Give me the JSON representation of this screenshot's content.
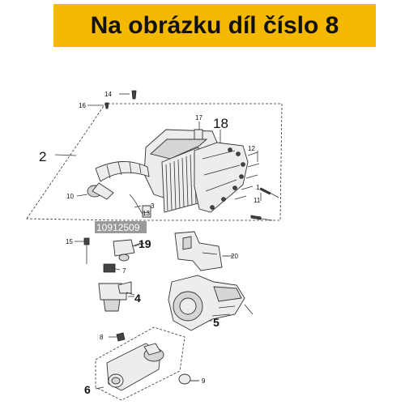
{
  "banner": {
    "text": "Na obrázku díl číslo 8",
    "color": "#f5b800"
  },
  "watermark": "10912509",
  "callouts": {
    "c1": "1",
    "c2": "2",
    "c3": "3",
    "c4": "4",
    "c5": "5",
    "c6": "6",
    "c7": "7",
    "c8": "8",
    "c9": "9",
    "c10": "10",
    "c11": "11",
    "c12": "12",
    "c13": "13",
    "c14": "14",
    "c15": "15",
    "c16": "16",
    "c17": "17",
    "c18": "18",
    "c19": "19",
    "c20": "20"
  }
}
